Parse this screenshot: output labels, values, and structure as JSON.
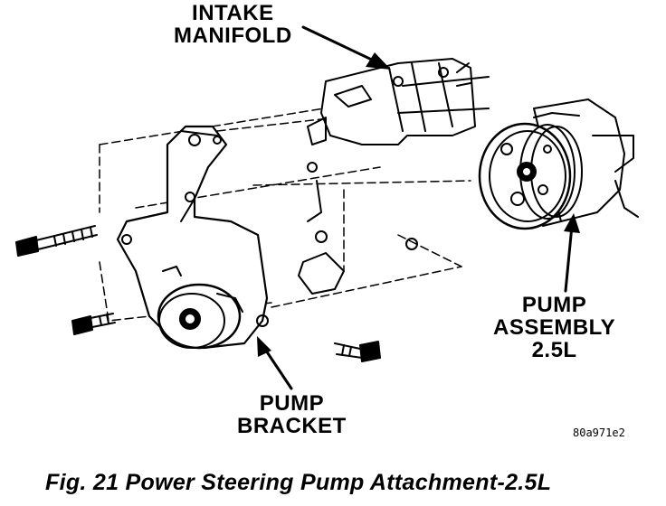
{
  "labels": {
    "intake_line1": "INTAKE",
    "intake_line2": "MANIFOLD",
    "pump_assembly_line1": "PUMP",
    "pump_assembly_line2": "ASSEMBLY",
    "pump_assembly_line3": "2.5L",
    "bracket_line1": "PUMP",
    "bracket_line2": "BRACKET"
  },
  "figure_code": "80a971e2",
  "caption": "Fig. 21 Power Steering Pump Attachment-2.5L"
}
